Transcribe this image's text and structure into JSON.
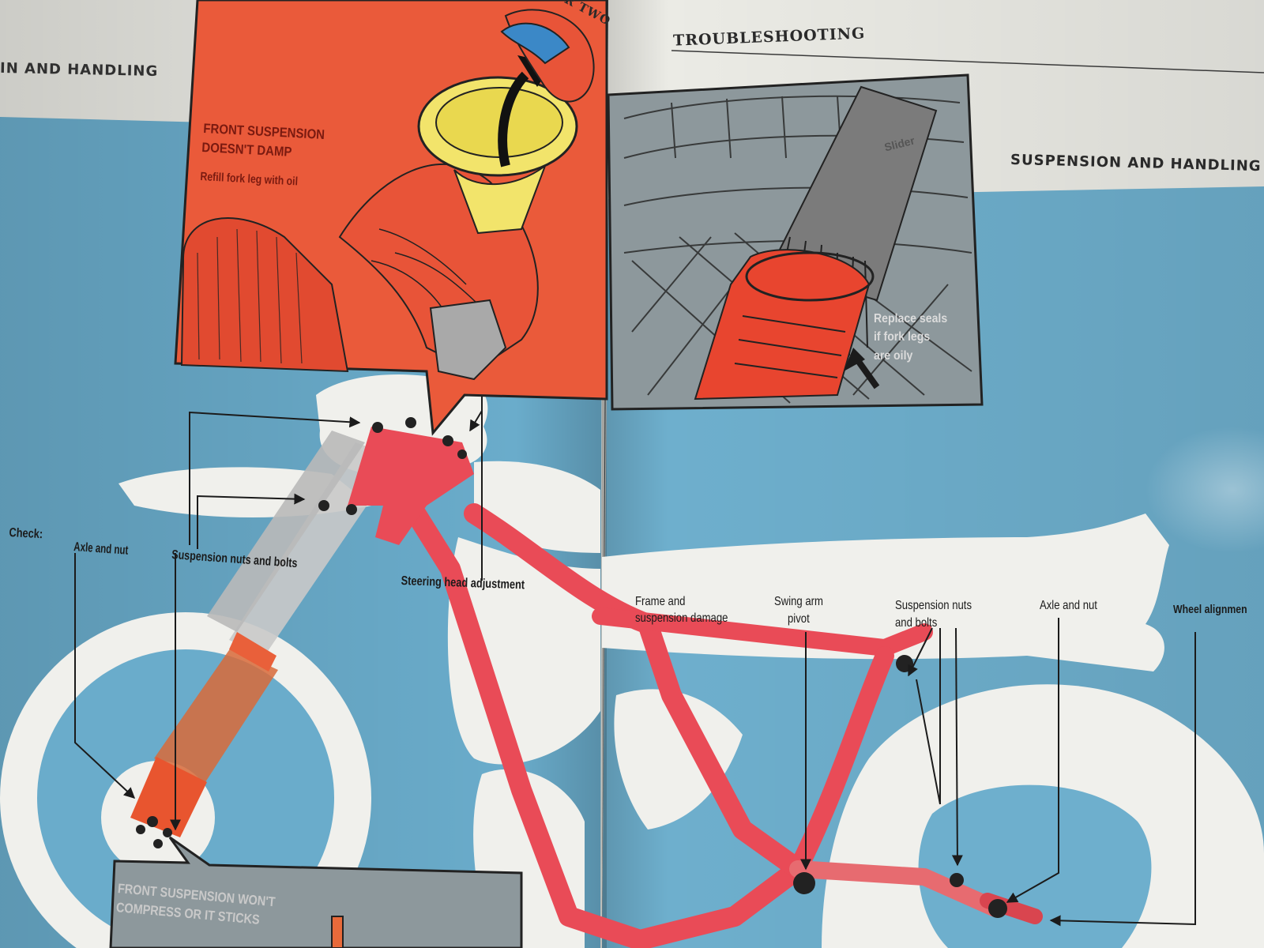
{
  "headers": {
    "left_running": "IN AND HANDLING",
    "right_running": "TROUBLESHOOTING",
    "chapter": "R TWO",
    "right_section": "SUSPENSION AND HANDLING"
  },
  "panels": {
    "front_damp": {
      "title_line1": "FRONT SUSPENSION",
      "title_line2": "DOESN'T DAMP",
      "instruction": "Refill fork leg with oil"
    },
    "fork_seals": {
      "slider_label": "Slider",
      "caption_line1": "Replace seals",
      "caption_line2": "if fork legs",
      "caption_line3": "are oily"
    },
    "front_compress": {
      "line1": "FRONT SUSPENSION WON'T",
      "line2": "COMPRESS OR IT STICKS"
    }
  },
  "labels": {
    "check": "Check:",
    "front_axle": "Axle and nut",
    "front_susp_nuts": "Suspension nuts and bolts",
    "steering_head": "Steering head adjustment",
    "frame_line1": "Frame and",
    "frame_line2": "suspension damage",
    "swing_line1": "Swing arm",
    "swing_line2": "pivot",
    "rear_susp_line1": "Suspension nuts",
    "rear_susp_line2": "and bolts",
    "rear_axle": "Axle and nut",
    "wheel_alignment": "Wheel alignmen"
  },
  "colors": {
    "sky_blue": "#6aaccb",
    "frame_red": "#e94b57",
    "panel_orange": "#ea5a3a",
    "panel_grey": "#8d989c",
    "paper": "#e9e9e3"
  }
}
